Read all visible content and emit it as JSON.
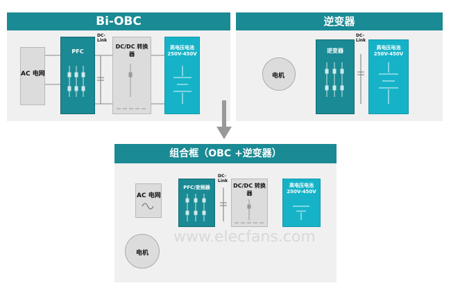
{
  "panels": {
    "biobc": {
      "title": "Bi-OBC",
      "ac_grid": "AC 电网",
      "pfc": "PFC",
      "dc_link": [
        "DC-",
        "Link"
      ],
      "dcdc": [
        "DC/DC 转换",
        "器"
      ],
      "battery": [
        "高电压电池",
        "250V-450V"
      ]
    },
    "inverter": {
      "title": "逆变器",
      "motor": "电机",
      "inverter": "逆变器",
      "dc_link": [
        "DC-",
        "Link"
      ],
      "battery": [
        "高电压电池",
        "250V-450V"
      ]
    },
    "combo": {
      "title": "组合框（OBC +逆变器）",
      "ac_grid": "AC 电网",
      "pfc_inv": "PFC/变频器",
      "dc_link": [
        "DC-",
        "Link"
      ],
      "dcdc": [
        "DC/DC 转换",
        "器"
      ],
      "battery": [
        "高电压电池",
        "250V-450V"
      ],
      "motor": "电机"
    }
  },
  "watermark": "www.elecfans.com",
  "colors": {
    "teal": "#1a8a94",
    "cyan": "#16b3c8",
    "grey_box": "#dcdcdc",
    "panel_bg": "#f0f0f0",
    "arrow": "#999999"
  },
  "icons": [
    "switch-icon",
    "capacitor-icon",
    "battery-icon",
    "sine-wave-icon",
    "down-arrow-icon"
  ]
}
